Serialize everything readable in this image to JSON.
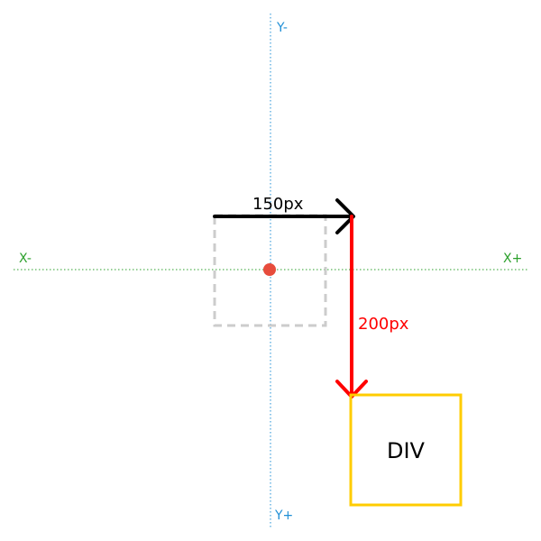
{
  "axes": {
    "x_negative_label": "X-",
    "x_positive_label": "X+",
    "y_negative_label": "Y-",
    "y_positive_label": "Y+",
    "x_axis_color": "#2ca02c",
    "y_axis_color": "#1f8fd6"
  },
  "translation": {
    "x_offset_label": "150px",
    "y_offset_label": "200px",
    "x_arrow_color": "#000000",
    "y_arrow_color": "#ff0000"
  },
  "origin_box": {
    "border_color": "#cccccc",
    "origin_dot_color": "#e74c3c"
  },
  "div_box": {
    "label": "DIV",
    "border_color": "#ffcc00"
  }
}
